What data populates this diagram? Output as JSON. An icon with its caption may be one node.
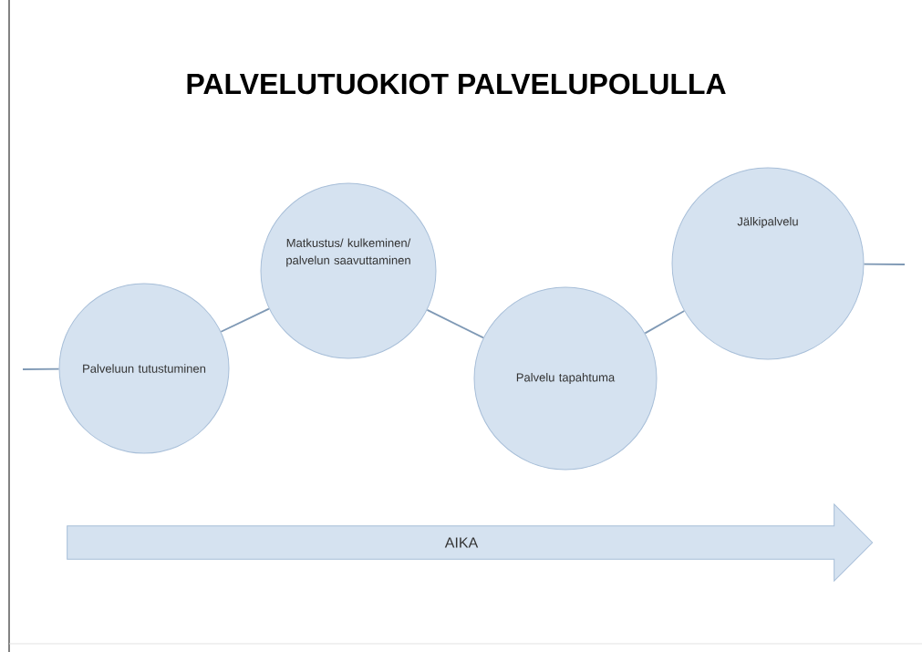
{
  "diagram": {
    "title": "PALVELUTUOKIOT PALVELUPOLULLA",
    "nodes": [
      {
        "text": [
          "Palveluun tutustuminen"
        ]
      },
      {
        "text": [
          "Matkustus/ kulkeminen/ palvelun saavuttaminen"
        ]
      },
      {
        "text": [
          "Palvelu tapahtuma"
        ]
      },
      {
        "text": [
          "Jälkipalvelu"
        ]
      },
      {
        "text": [
          "AIKA"
        ]
      }
    ],
    "edges": [
      {
        "from": null,
        "to": 0,
        "arrow": "none"
      },
      {
        "from": 0,
        "to": 1,
        "arrow": "none"
      },
      {
        "from": 1,
        "to": 2,
        "arrow": "none"
      },
      {
        "from": 2,
        "to": 3,
        "arrow": "none"
      },
      {
        "from": 3,
        "to": null,
        "arrow": "none"
      }
    ]
  }
}
